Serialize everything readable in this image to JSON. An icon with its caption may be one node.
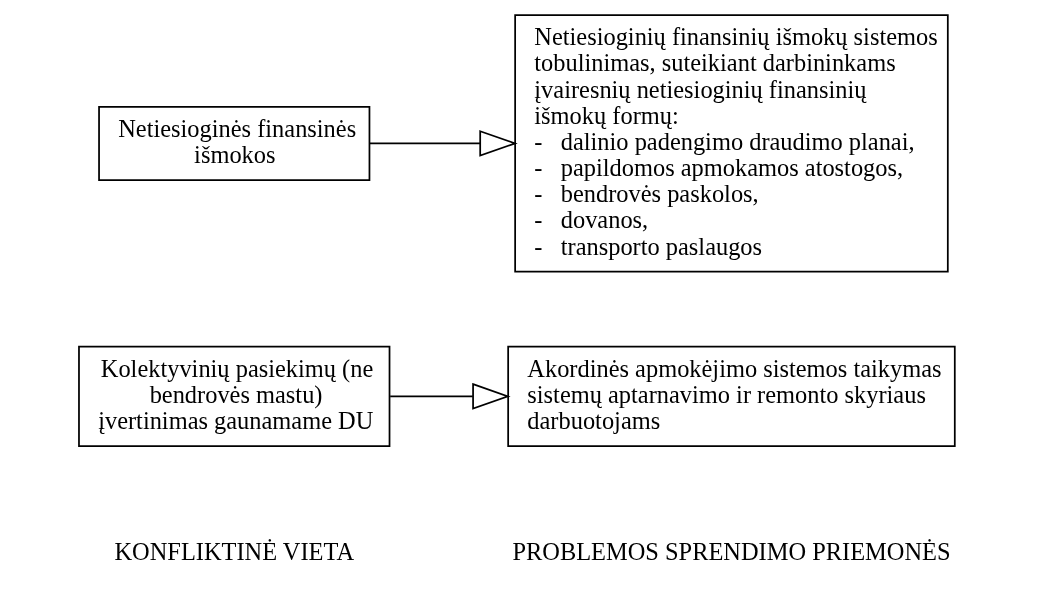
{
  "diagram": {
    "nodes": [
      {
        "text": [
          "Kolektyvinių pasiekimų (ne bendrovės mastu) įvertinimas gaunamame DU"
        ]
      },
      {
        "text": [
          "Akordinės apmokėjimo sistemos taikymas sistemų aptarnavimo ir remonto skyriaus darbuotojams"
        ]
      },
      {
        "text": [
          "Netiesioginės finansinės išmokos"
        ]
      },
      {
        "text": [
          "Netiesioginių finansinių išmokų sistemos tobulinimas, suteikiant darbininkams įvairesnių netiesioginių finansinių išmokų formų:",
          "-   dalinio padengimo draudimo planai,",
          "-   papildomos apmokamos atostogos,",
          "-   bendrovės paskolos,",
          "-   dovanos,",
          "-   transporto paslaugos"
        ]
      }
    ],
    "edges": [
      {
        "from": 0,
        "to": 1,
        "arrow": "to"
      },
      {
        "from": 2,
        "to": 3,
        "arrow": "to"
      }
    ],
    "labels": [
      "KONFLIKTINĖ VIETA",
      "PROBLEMOS SPRENDIMO PRIEMONĖS"
    ]
  }
}
